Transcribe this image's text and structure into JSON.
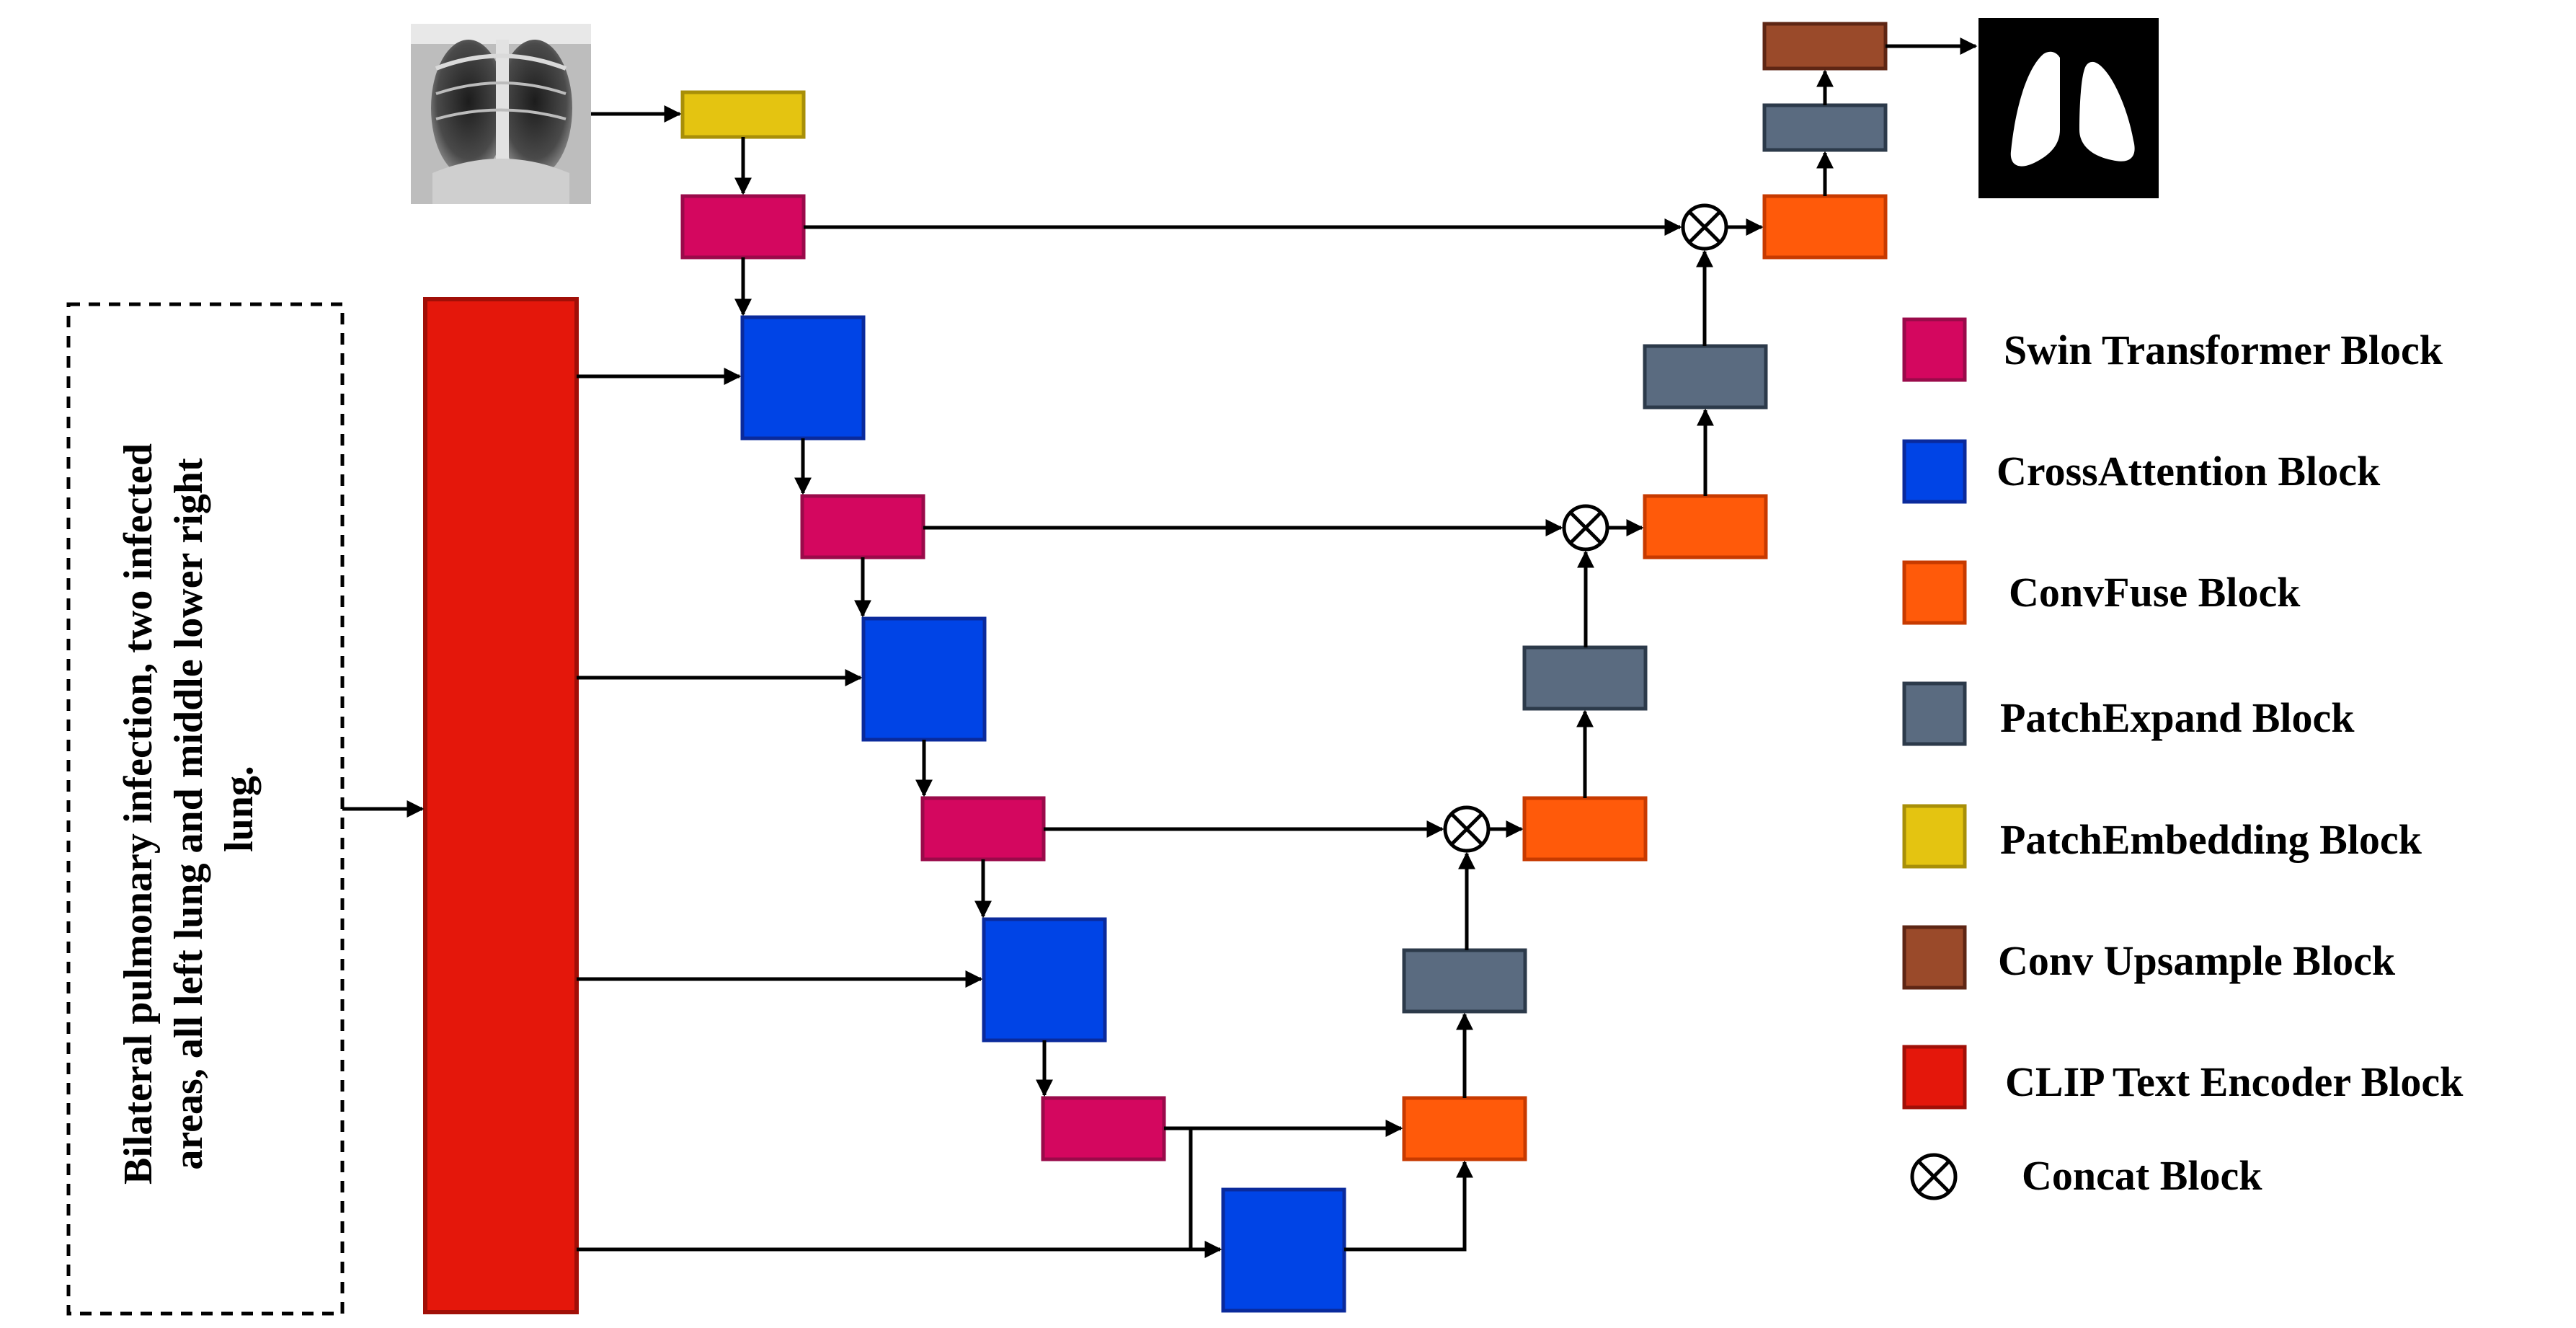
{
  "colors": {
    "swin": "#d4075f",
    "swin_stroke": "#9a0a4a",
    "cross": "#0044e6",
    "cross_stroke": "#0a2a9c",
    "convfuse": "#ff5a0a",
    "convfuse_stroke": "#c73a00",
    "patchexpand": "#5a6b80",
    "patchexpand_stroke": "#2c3a4a",
    "patchembed": "#e4c411",
    "patchembed_stroke": "#a88f08",
    "convup": "#9a4a2a",
    "convup_stroke": "#5e2614",
    "clip": "#e4170b",
    "clip_stroke": "#a10f07"
  },
  "caption": {
    "lines": [
      "Bilateral pulmonary infection, two infected",
      "areas, all left lung and middle lower right",
      "lung."
    ]
  },
  "legend": [
    {
      "key": "swin",
      "label": "Swin Transformer Block",
      "shape": "rect"
    },
    {
      "key": "cross",
      "label": "CrossAttention Block",
      "shape": "rect"
    },
    {
      "key": "convfuse",
      "label": "ConvFuse Block",
      "shape": "rect"
    },
    {
      "key": "patchexpand",
      "label": "PatchExpand Block",
      "shape": "rect"
    },
    {
      "key": "patchembed",
      "label": "PatchEmbedding Block",
      "shape": "rect"
    },
    {
      "key": "convup",
      "label": "Conv Upsample Block",
      "shape": "rect"
    },
    {
      "key": "clip",
      "label": "CLIP Text Encoder Block",
      "shape": "rect"
    },
    {
      "key": "concat",
      "label": "Concat Block",
      "shape": "concat"
    }
  ],
  "images": {
    "input": "chest-xray-image",
    "output": "lung-segmentation-mask"
  }
}
